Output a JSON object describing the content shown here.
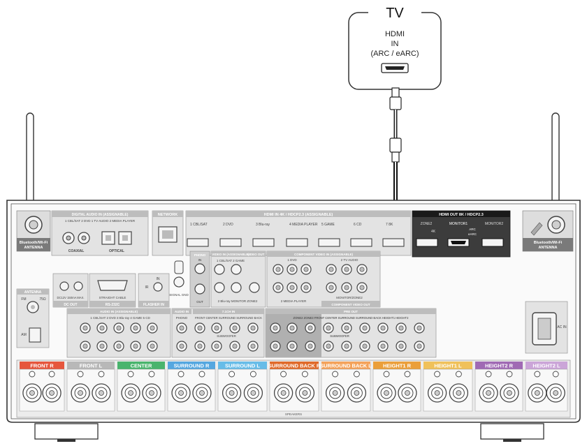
{
  "tv": {
    "title": "TV",
    "hdmi": "HDMI",
    "in": "IN",
    "arc": "(ARC / eARC)"
  },
  "panel": {
    "bt_left": "Bluetooth/Wi-Fi",
    "bt_left2": "ANTENNA",
    "bt_right": "Bluetooth/Wi-Fi",
    "bt_right2": "ANTENNA",
    "digital_audio": "DIGITAL AUDIO IN (ASSIGNABLE)",
    "digital_sub": "1 CBL/SAT  2 DVD   1 TV AUDIO 2 MEDIA PLAYER",
    "coaxial": "COAXIAL",
    "optical": "OPTICAL",
    "network": "NETWORK",
    "hdmi_in": "HDMI IN  4K / HDCP2.3  (ASSIGNABLE)",
    "hdmi_inputs": [
      "1 CBL/SAT",
      "2 DVD",
      "3 Blu-ray",
      "4 MEDIA PLAYER",
      "5 GAME",
      "6 CD",
      "7 8K"
    ],
    "hdmi_out": "HDMI OUT  8K / HDCP2.3",
    "zone2": "ZONE2",
    "zone2_4k": "4K",
    "monitor1": "MONITOR1",
    "monitor1_arc": "ARC",
    "monitor1_earc": "eARC",
    "monitor2": "MONITOR2",
    "antenna": "ANTENNA",
    "fm": "FM",
    "ohm": "75Ω",
    "am": "AM",
    "dc_out": "DC OUT",
    "dc_out_spec": "DC12V 150mA MAX.",
    "rs232c": "RS-232C",
    "straight_cable": "STRAIGHT CABLE",
    "flasher_in": "FLASHER IN",
    "ir": "IR",
    "in_label": "IN",
    "signal_gnd": "SIGNAL GND",
    "phono_in": "PHONO",
    "in_small": "IN",
    "out_small": "OUT",
    "video_in": "VIDEO IN (ASSIGNABLE)",
    "video_inputs": "1 CBL/SAT  2 GAME",
    "video_out": "VIDEO OUT",
    "video_bottom": "2 Blu-ray  MONITOR  ZONE2",
    "component_in": "COMPONENT VIDEO IN (ASSIGNABLE)",
    "component_in_1": "1 DVD",
    "component_in_2": "2 TV AUDIO",
    "media_player": "2 MEDIA PLAYER",
    "monitor_zone2": "MONITOR/ZONE2",
    "component_out": "COMPONENT VIDEO OUT",
    "audio_in": "AUDIO IN (ASSIGNABLE)",
    "audio_inputs": "1 CBL/SAT  2 DVD  3 Blu-ray  4 GAME  5 CD",
    "audio_in_small": "AUDIO IN",
    "phono": "PHONO",
    "ch71_in": "7.1CH IN",
    "ch71_labels": "FRONT  CENTER  SURROUND  SURROUND BACK",
    "subwoofer": "SUBWOOFER",
    "pre_out": "PRE OUT",
    "pre_out_labels": "ZONE2  ZONE3  FRONT  CENTER          SURROUND  SURROUND BACK  HEIGHT1  HEIGHT2",
    "subwoofer2": "SUBWOOFER",
    "ac_in": "AC IN",
    "speakers": "SPEAKERS",
    "speaker_labels": [
      "FRONT R",
      "FRONT L",
      "CENTER",
      "SURROUND R",
      "SURROUND L",
      "SURROUND BACK R",
      "SURROUND BACK L",
      "HEIGHT1 R",
      "HEIGHT1 L",
      "HEIGHT2 R",
      "HEIGHT2 L"
    ],
    "speaker_colors": [
      "#e6563d",
      "#b8b8b8",
      "#49b46d",
      "#55a7e0",
      "#67bce8",
      "#e06a2a",
      "#f4a25a",
      "#eb9f3a",
      "#f0c15a",
      "#a06ab4",
      "#cba5d8"
    ]
  }
}
